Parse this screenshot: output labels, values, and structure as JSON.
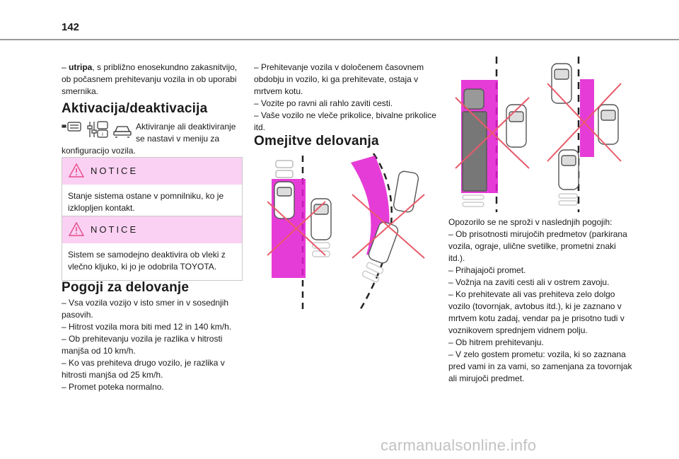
{
  "page_number": "142",
  "left": {
    "intro_bullet_bold": "utripa",
    "intro_bullet_rest": ", s približno enosekundno zakasnitvijo, ob počasnem prehitevanju vozila in ob uporabi smernika.",
    "heading_activation": "Aktivacija/deaktivacija",
    "activation_text_1": "Aktiviranje ali deaktiviranje",
    "activation_text_2": "se nastavi v meniju za",
    "activation_text_3": "konfiguracijo vozila.",
    "notice1_title": "NOTICE",
    "notice1_body": "Stanje sistema ostane v pomnilniku, ko je izklopljen kontakt.",
    "notice2_title": "NOTICE",
    "notice2_body": "Sistem se samodejno deaktivira ob vleki z vlečno kljuko, ki jo je odobrila TOYOTA.",
    "heading_conditions": "Pogoji za delovanje",
    "conditions": [
      "–  Vsa vozila vozijo v isto smer in v sosednjih pasovih.",
      "–  Hitrost vozila mora biti med 12 in 140 km/h.",
      "–  Ob prehitevanju vozila je razlika v hitrosti manjša od 10 km/h.",
      "–  Ko vas prehiteva drugo vozilo, je razlika v hitrosti manjša od 25 km/h.",
      "–  Promet poteka normalno."
    ]
  },
  "middle": {
    "bullets": [
      "–  Prehitevanje vozila v določenem časovnem obdobju in vozilo, ki ga prehitevate, ostaja v mrtvem kotu.",
      "–  Vozite po ravni ali rahlo zaviti cesti.",
      "–  Vaše vozilo ne vleče prikolice, bivalne prikolice itd."
    ],
    "heading_limits": "Omejitve delovanja"
  },
  "right": {
    "intro": "Opozorilo se ne sproži v naslednjih pogojih:",
    "bullets": [
      "–  Ob prisotnosti mirujočih predmetov (parkirana vozila, ograje, ulične svetilke, prometni znaki itd.).",
      "–  Prihajajoči promet.",
      "–  Vožnja na zaviti cesti ali v ostrem zavoju.",
      "–  Ko prehitevate ali vas prehiteva zelo dolgo vozilo (tovornjak, avtobus itd.), ki je zaznano v mrtvem kotu zadaj, vendar pa je prisotno tudi v voznikovem sprednjem vidnem polju.",
      "–  Ob hitrem prehitevanju.",
      "–  V zelo gostem prometu: vozila, ki so zaznana pred vami in za vami, so zamenjana za tovornjak ali mirujoči predmet."
    ]
  },
  "watermark": "carmanualsonline.info",
  "colors": {
    "accent_magenta": "#e21ad0",
    "notice_bg": "#fad1f2",
    "cross_red": "#e85a6a"
  }
}
